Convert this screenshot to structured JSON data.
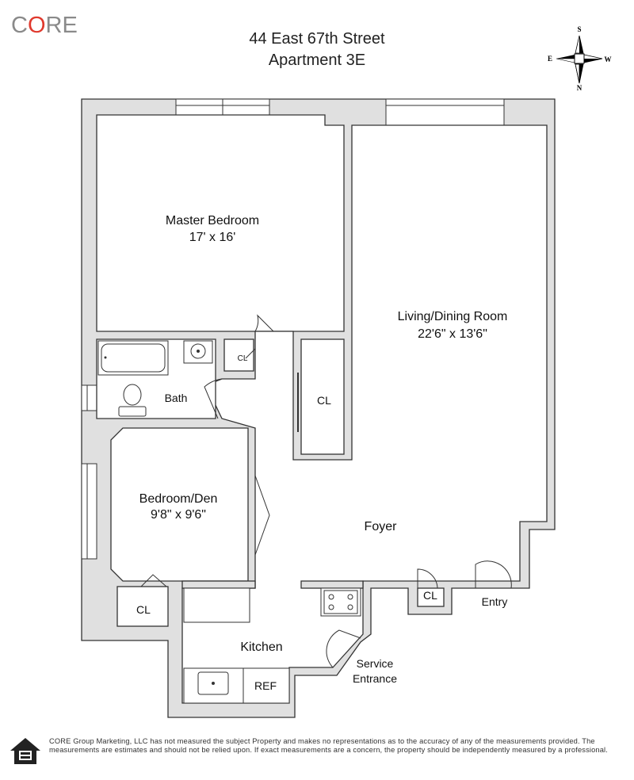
{
  "brand": {
    "logo_c": "C",
    "logo_o": "O",
    "logo_re": "RE",
    "accent_color": "#e03a2e",
    "logo_gray": "#8a8a8a"
  },
  "header": {
    "address": "44 East 67th Street",
    "unit": "Apartment 3E"
  },
  "compass": {
    "north": "N",
    "south": "S",
    "east": "E",
    "west": "W"
  },
  "rooms": {
    "master_bedroom": {
      "name": "Master Bedroom",
      "size": "17' x 16'"
    },
    "living": {
      "name": "Living/Dining Room",
      "size": "22'6\" x 13'6\""
    },
    "bath": {
      "name": "Bath"
    },
    "closet_hall_small": "CL",
    "closet_hall_large": "CL",
    "bedroom_den": {
      "name": "Bedroom/Den",
      "size": "9'8\" x 9'6\""
    },
    "foyer": "Foyer",
    "closet_den": "CL",
    "closet_entry": "CL",
    "entry": "Entry",
    "kitchen": "Kitchen",
    "service_entrance": [
      "Service",
      "Entrance"
    ],
    "ref": "REF"
  },
  "footer": {
    "disclaimer": "CORE Group Marketing, LLC has not measured the subject Property and makes no representations as to the accuracy of any of the measurements provided. The measurements are estimates and should not be relied upon. If exact measurements are a concern, the property should be independently measured by a professional.",
    "icon": "equal-housing-opportunity-icon"
  }
}
